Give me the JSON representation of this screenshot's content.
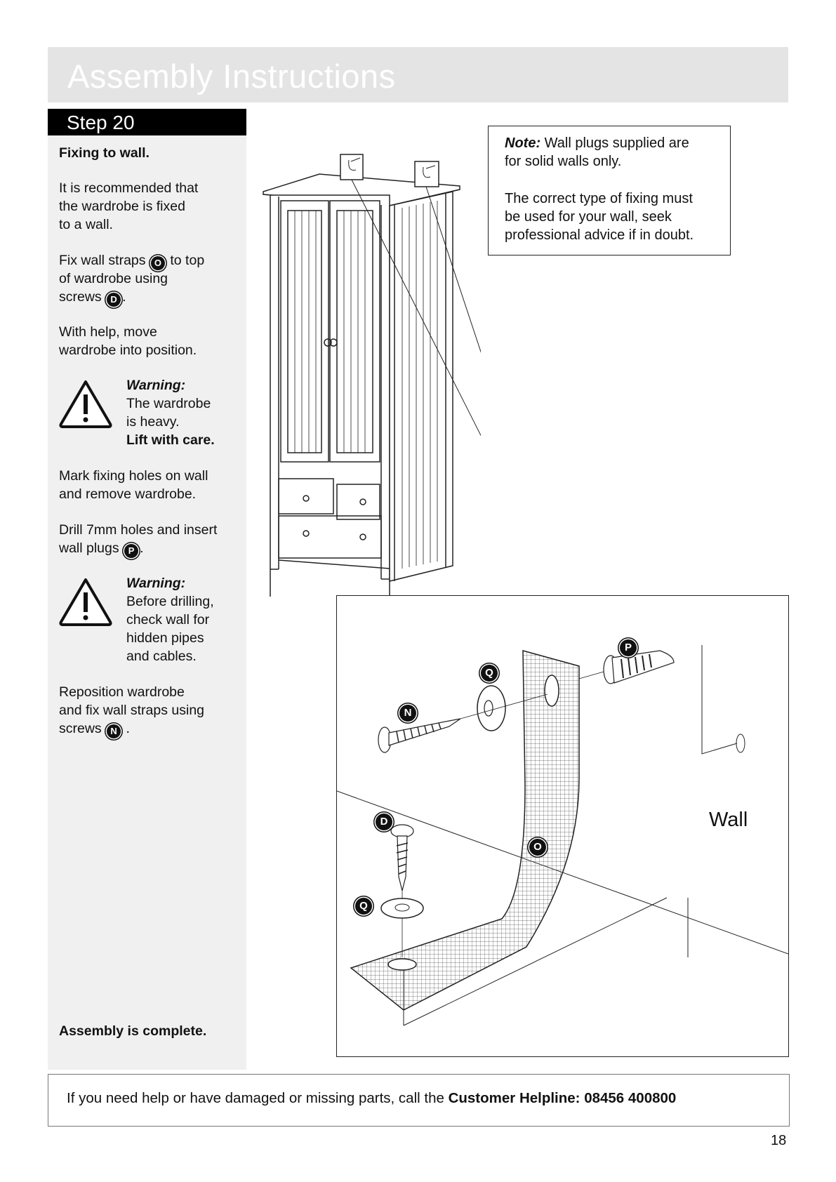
{
  "header": {
    "title": "Assembly Instructions"
  },
  "step": {
    "label": "Step 20"
  },
  "sidebar": {
    "heading": "Fixing to wall.",
    "p1": [
      "It is recommended that",
      "the wardrobe is fixed",
      "to a wall."
    ],
    "p2": {
      "line1_pre": "Fix wall straps",
      "line1_icon": "O",
      "line1_post": "to top",
      "line2": "of wardrobe using",
      "line3_pre": "screws",
      "line3_icon": "D",
      "line3_post": "."
    },
    "p3": [
      "With help, move",
      "wardrobe into position."
    ],
    "warning1": {
      "title": "Warning:",
      "lines": [
        "The wardrobe",
        "is heavy."
      ],
      "emphasis": "Lift with care."
    },
    "p4": [
      "Mark fixing holes on wall",
      "and remove wardrobe."
    ],
    "p5": {
      "line1": "Drill 7mm holes and insert",
      "line2_pre": "wall plugs",
      "line2_icon": "P",
      "line2_post": "."
    },
    "warning2": {
      "title": "Warning:",
      "lines": [
        "Before drilling,",
        "check wall for",
        "hidden pipes",
        "and cables."
      ]
    },
    "p6": {
      "line1": "Reposition wardrobe",
      "line2": "and fix wall straps using",
      "line3_pre": "screws",
      "line3_icon": "N",
      "line3_post": " ."
    },
    "complete": "Assembly is complete."
  },
  "note": {
    "label": "Note:",
    "line1_rest": " Wall plugs supplied are",
    "line2": "for solid walls only.",
    "para2": [
      "The correct type of fixing must",
      "be used for your wall, seek",
      "professional advice if in doubt."
    ]
  },
  "detail": {
    "wall_label": "Wall",
    "callouts": {
      "p": "P",
      "q_top": "Q",
      "n": "N",
      "d": "D",
      "o": "O",
      "q_bottom": "Q"
    }
  },
  "footer": {
    "text_pre": "If you need help or have damaged or missing parts, call the ",
    "text_bold": "Customer Helpline: 08456 400800"
  },
  "page_number": "18",
  "icons": {
    "warning": "warning-triangle-icon",
    "part_marker": "circled-letter-icon"
  }
}
